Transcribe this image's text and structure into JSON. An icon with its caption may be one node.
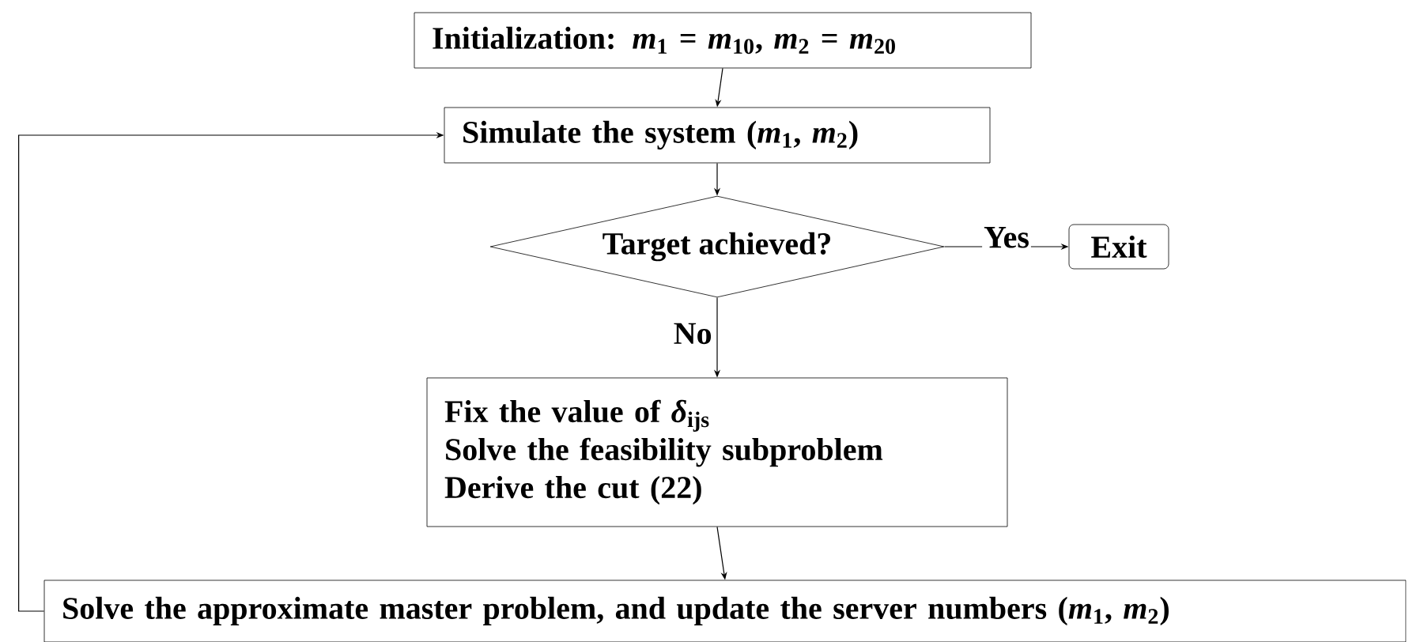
{
  "diagram": {
    "nodes": [
      {
        "text": [
          "Initialization: *m*$_{1}$ = *m*$_{10}$, *m*$_{2}$ = *m*$_{20}$"
        ]
      },
      {
        "text": [
          "Simulate the system (*m*$_{1}$, *m*$_{2}$)"
        ]
      },
      {
        "text": [
          "Target achieved?"
        ]
      },
      {
        "text": [
          "Exit"
        ]
      },
      {
        "text": [
          "Fix the value of *δ*$_{ijs}$",
          "Solve the feasibility subproblem",
          "Derive the cut (22)"
        ]
      },
      {
        "text": [
          "Solve the approximate master problem, and update the server numbers (*m*$_{1}$, *m*$_{2}$)"
        ]
      }
    ],
    "edges": [
      {
        "from": 0,
        "to": 1,
        "arrow": "to"
      },
      {
        "from": 1,
        "to": 2,
        "arrow": "to"
      },
      {
        "from": 2,
        "to": 3,
        "arrow": "to",
        "label": "Yes"
      },
      {
        "from": 2,
        "to": 4,
        "arrow": "to",
        "label": "No"
      },
      {
        "from": 4,
        "to": 5,
        "arrow": "to"
      },
      {
        "from": 5,
        "to": 1,
        "arrow": "to"
      }
    ]
  }
}
